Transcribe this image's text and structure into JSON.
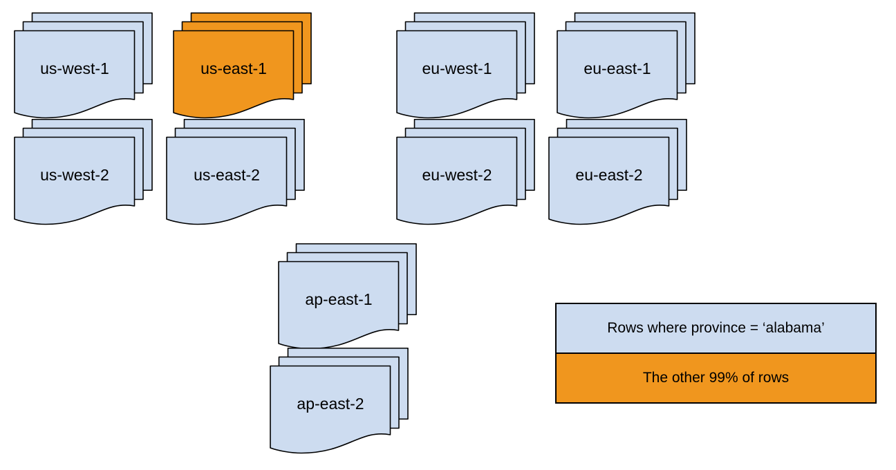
{
  "diagram": {
    "description": "Document stacks representing database regions; one region highlighted",
    "sheets_per_stack": 3,
    "stacks": [
      {
        "label": "us-west-1",
        "variant": "blue"
      },
      {
        "label": "us-east-1",
        "variant": "orange"
      },
      {
        "label": "eu-west-1",
        "variant": "blue"
      },
      {
        "label": "eu-east-1",
        "variant": "blue"
      },
      {
        "label": "us-west-2",
        "variant": "blue"
      },
      {
        "label": "us-east-2",
        "variant": "blue"
      },
      {
        "label": "eu-west-2",
        "variant": "blue"
      },
      {
        "label": "eu-east-2",
        "variant": "blue"
      },
      {
        "label": "ap-east-1",
        "variant": "blue"
      },
      {
        "label": "ap-east-2",
        "variant": "blue"
      }
    ],
    "legend": {
      "items": [
        {
          "label": "Rows where province = ‘alabama’",
          "variant": "blue"
        },
        {
          "label": "The other 99% of rows",
          "variant": "orange"
        }
      ]
    },
    "colors": {
      "light_blue": "#cddcf0",
      "orange": "#f0961e",
      "stroke": "#000000",
      "canvas_background": "#ffffff"
    }
  }
}
